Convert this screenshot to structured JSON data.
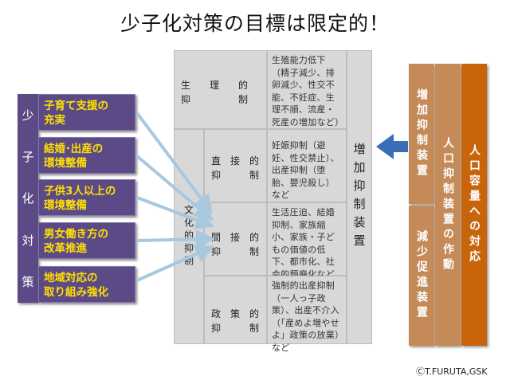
{
  "title": "少子化対策の目標は限定的！",
  "left": {
    "category": [
      "少",
      "子",
      "化",
      "対",
      "策"
    ],
    "items": [
      {
        "line1": "子育て支援の",
        "line2": "充実"
      },
      {
        "line1": "結婚･出産の",
        "line2": "環境整備"
      },
      {
        "line1": "子供3人以上の",
        "line2": "環境整備"
      },
      {
        "line1": "男女働き方の",
        "line2": "改革推進"
      },
      {
        "line1": "地域対応の",
        "line2": "取り組み強化"
      }
    ]
  },
  "table": {
    "physio": {
      "l1": "生　　理　　的",
      "l2": "抑　　　　　制"
    },
    "physio_desc": "生殖能力低下（精子減少、排卵減少、性交不能、不妊症、生理不順、流産・死産の増加など）",
    "culture": "文化的抑制",
    "direct": {
      "l1": "直　接　的",
      "l2": "抑　　　制"
    },
    "direct_desc": "妊娠抑制（避妊、性交禁止）、出産抑制（堕胎、嬰児殺し）など",
    "indirect": {
      "l1": "間　接　的",
      "l2": "抑　　　制"
    },
    "indirect_desc": "生活圧迫、結婚抑制、家族縮小、家族・子どもの価値の低下、都市化、社会的頽廃化など",
    "policy": {
      "l1": "政　策　的",
      "l2": "抑　　　制"
    },
    "policy_desc": "強制的出産抑制（一人っ子政策）、出産不介入（「産めよ増やせよ」政策の放棄）など",
    "device": "増加抑制装置"
  },
  "right": {
    "col1_top": "増加抑制装置",
    "col1_bottom": "減少促進装置",
    "col2": "人口抑制装置の作動",
    "col3": "人口容量への対応"
  },
  "copyright": "ⒸT.FURUTA,GSK",
  "colors": {
    "purple": "#5b4a86",
    "yellow_text": "#ffe000",
    "arrow_light": "#a8c8e0",
    "arrow_blue": "#3a6fb8",
    "tan": "#c48a58",
    "orange_dark": "#c8640a",
    "table_gray": "#d8d8d8"
  }
}
